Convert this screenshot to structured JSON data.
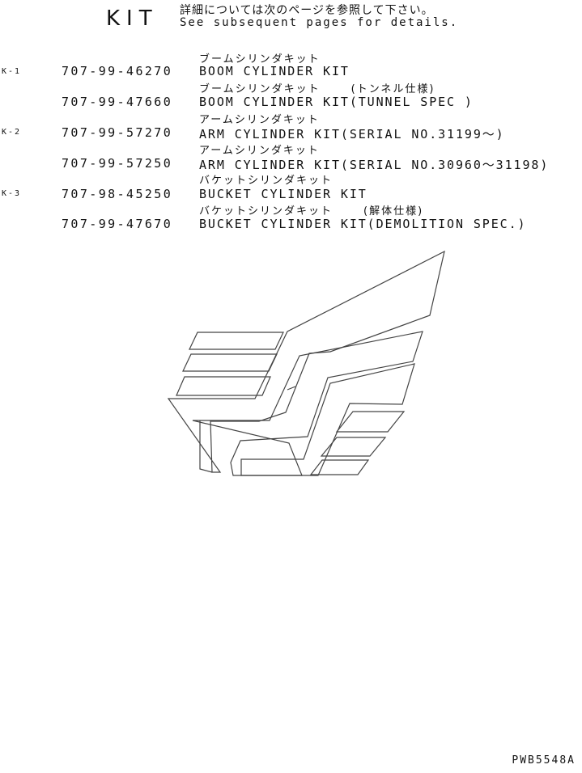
{
  "header": {
    "title": "KIT",
    "note_jp": "詳細については次のページを参照して下さい。",
    "note_en": "See subsequent pages for details."
  },
  "items": [
    {
      "ref": "K-1",
      "part_no": "707-99-46270",
      "name_jp": "ブームシリンダキット",
      "spec_jp": "",
      "name_en": "BOOM CYLINDER KIT"
    },
    {
      "ref": "",
      "part_no": "707-99-47660",
      "name_jp": "ブームシリンダキット",
      "spec_jp": "(トンネル仕様)",
      "name_en": "BOOM CYLINDER KIT(TUNNEL SPEC )"
    },
    {
      "ref": "K-2",
      "part_no": "707-99-57270",
      "name_jp": "アームシリンダキット",
      "spec_jp": "",
      "name_en": "ARM CYLINDER KIT(SERIAL NO.31199〜)"
    },
    {
      "ref": "",
      "part_no": "707-99-57250",
      "name_jp": "アームシリンダキット",
      "spec_jp": "",
      "name_en": "ARM CYLINDER KIT(SERIAL NO.30960〜31198)"
    },
    {
      "ref": "K-3",
      "part_no": "707-98-45250",
      "name_jp": "バケットシリンダキット",
      "spec_jp": "",
      "name_en": "BUCKET CYLINDER KIT"
    },
    {
      "ref": "",
      "part_no": "707-99-47670",
      "name_jp": "バケットシリンダキット",
      "spec_jp": "(解体仕様)",
      "name_en": "BUCKET CYLINDER KIT(DEMOLITION SPEC.)"
    }
  ],
  "footer": {
    "drawing_code": "PWB5548A"
  }
}
